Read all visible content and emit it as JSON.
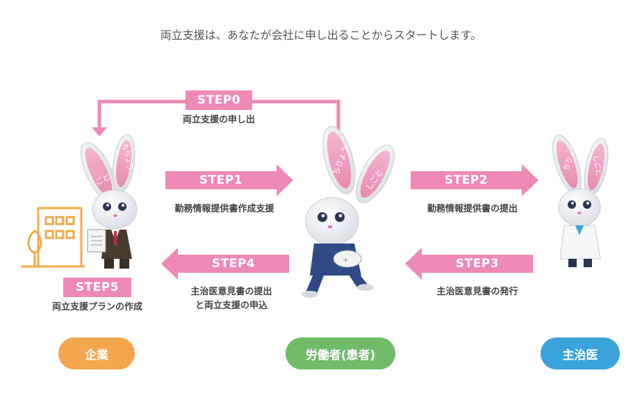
{
  "headline": "両立支援は、あなたが会社に申し出ることからスタートします。",
  "steps": [
    {
      "label": "STEP0",
      "caption": "両立支援の申し出"
    },
    {
      "label": "STEP1",
      "caption": "勤務情報提供書作成支援"
    },
    {
      "label": "STEP2",
      "caption": "勤務情報提供書の提出"
    },
    {
      "label": "STEP3",
      "caption": "主治医意見書の発行"
    },
    {
      "label": "STEP4",
      "caption_line1": "主治医意見書の提出",
      "caption_line2": "と両立支援の申込"
    },
    {
      "label": "STEP5",
      "caption": "両立支援プランの作成"
    }
  ],
  "actors": {
    "company": "企業",
    "worker": "労働者(患者)",
    "doctor": "主治医"
  },
  "ear_text": {
    "left": "しごと",
    "right": "ちりょう"
  },
  "colors": {
    "pink": "#ef89b6",
    "pink_light": "#f5a9c8",
    "orange": "#f4a64e",
    "green": "#71bb6b",
    "blue": "#3aa3dc",
    "building": "#f3aa47"
  }
}
